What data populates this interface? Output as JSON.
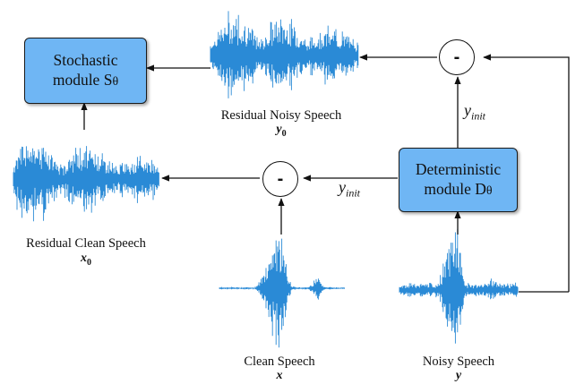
{
  "stochastic_box": {
    "line1": "Stochastic",
    "line2": "module S",
    "theta": "θ"
  },
  "deterministic_box": {
    "line1": "Deterministic",
    "line2": "module D",
    "theta": "θ"
  },
  "operators": {
    "top_sign": "-",
    "mid_sign": "-"
  },
  "labels": {
    "residual_noisy": "Residual Noisy Speech",
    "residual_noisy_var": "y",
    "residual_noisy_sub": "0",
    "residual_clean": "Residual Clean Speech",
    "residual_clean_var": "x",
    "residual_clean_sub": "0",
    "clean": "Clean Speech",
    "clean_var": "x",
    "noisy": "Noisy Speech",
    "noisy_var": "y"
  },
  "edge_labels": {
    "yinit_main": "y",
    "yinit_sub": "init"
  },
  "colors": {
    "waveform": "#2a8ad6",
    "box_fill": "#6fb6f4",
    "line": "#111111"
  }
}
